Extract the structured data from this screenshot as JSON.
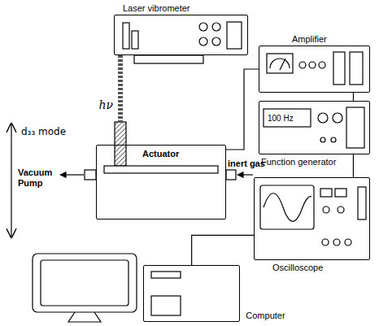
{
  "diagram": {
    "nodes": [
      {
        "text": [
          "Laser vibrometer"
        ]
      },
      {
        "text": [
          "Actuator"
        ]
      },
      {
        "text": [
          "Amplifier"
        ]
      },
      {
        "text": [
          "100 Hz",
          "Function generator"
        ]
      },
      {
        "text": [
          "Oscilloscope"
        ]
      },
      {
        "text": [
          "Computer"
        ]
      }
    ],
    "edges": [
      {
        "from": 0,
        "to": 1,
        "arrow": "none",
        "label": "hν"
      },
      {
        "from": 1,
        "to": 2,
        "arrow": "none"
      },
      {
        "from": 2,
        "to": 3,
        "arrow": "none"
      },
      {
        "from": 3,
        "to": 4,
        "arrow": "none"
      },
      {
        "from": 4,
        "to": 5,
        "arrow": "none"
      }
    ],
    "labels": [
      "d₃₃ mode",
      "Vacuum Pump",
      "inert gas"
    ]
  }
}
